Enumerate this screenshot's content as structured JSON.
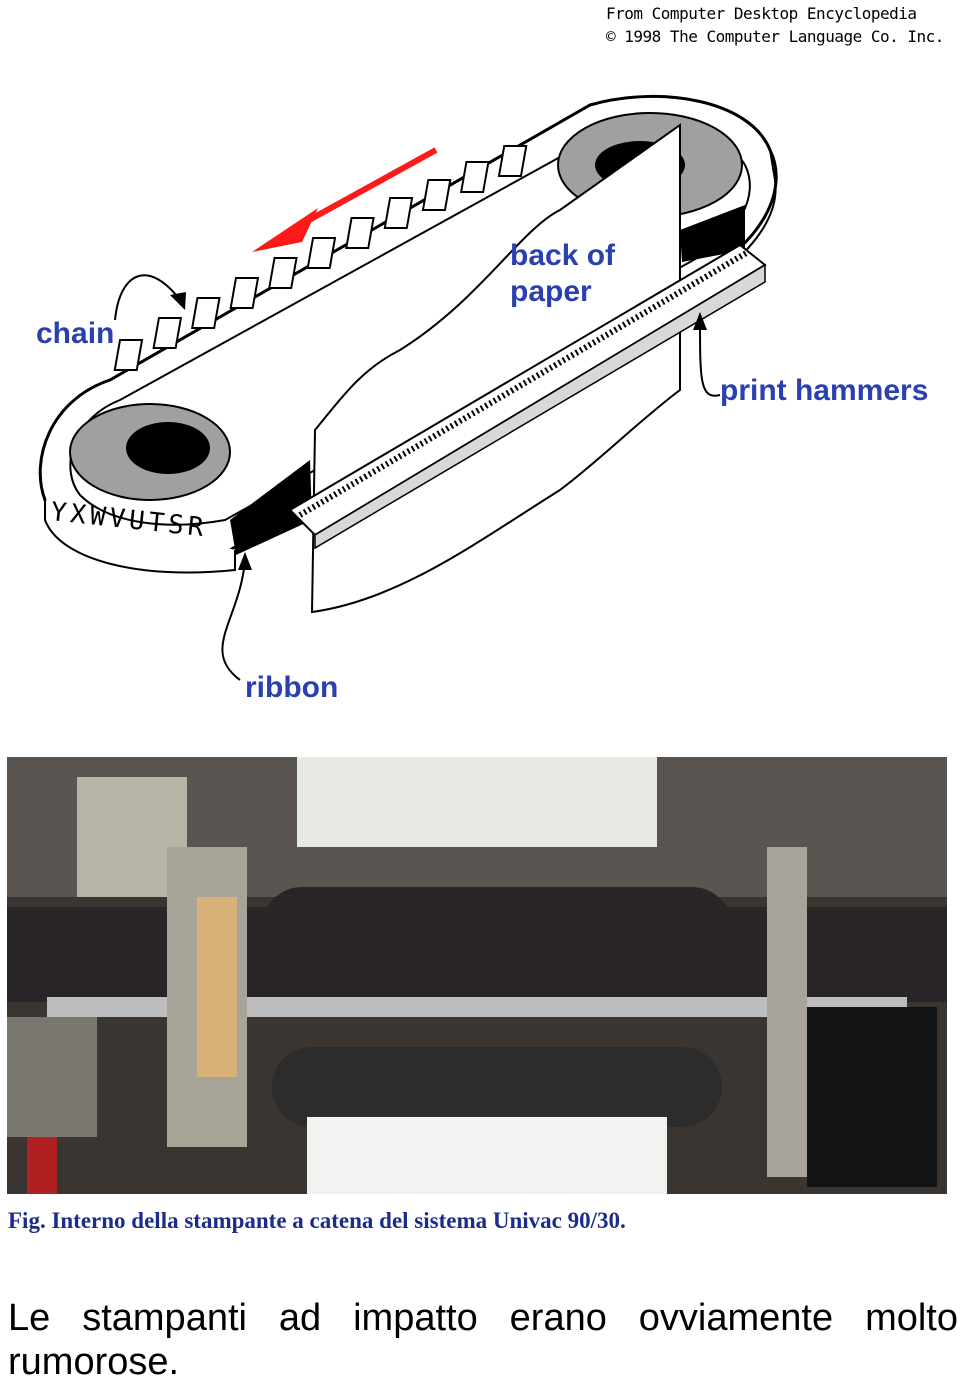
{
  "credit": {
    "line1": "From Computer Desktop Encyclopedia",
    "line2": "© 1998 The Computer Language Co. Inc."
  },
  "diagram": {
    "labels": {
      "chain": "chain",
      "back_of_paper_1": "back of",
      "back_of_paper_2": "paper",
      "print_hammers": "print hammers",
      "ribbon": "ribbon"
    },
    "chain_letters": "YXWVUTSR",
    "colors": {
      "label": "#2a3fb0",
      "arrow": "#ff1a1a",
      "wheel": "#a0a0a0"
    }
  },
  "photo": {
    "subject": "chain printer interior photo"
  },
  "caption": "Fig. Interno della stampante a catena del sistema Univac 90/30.",
  "body": "Le stampanti ad impatto erano ovviamente molto rumorose."
}
